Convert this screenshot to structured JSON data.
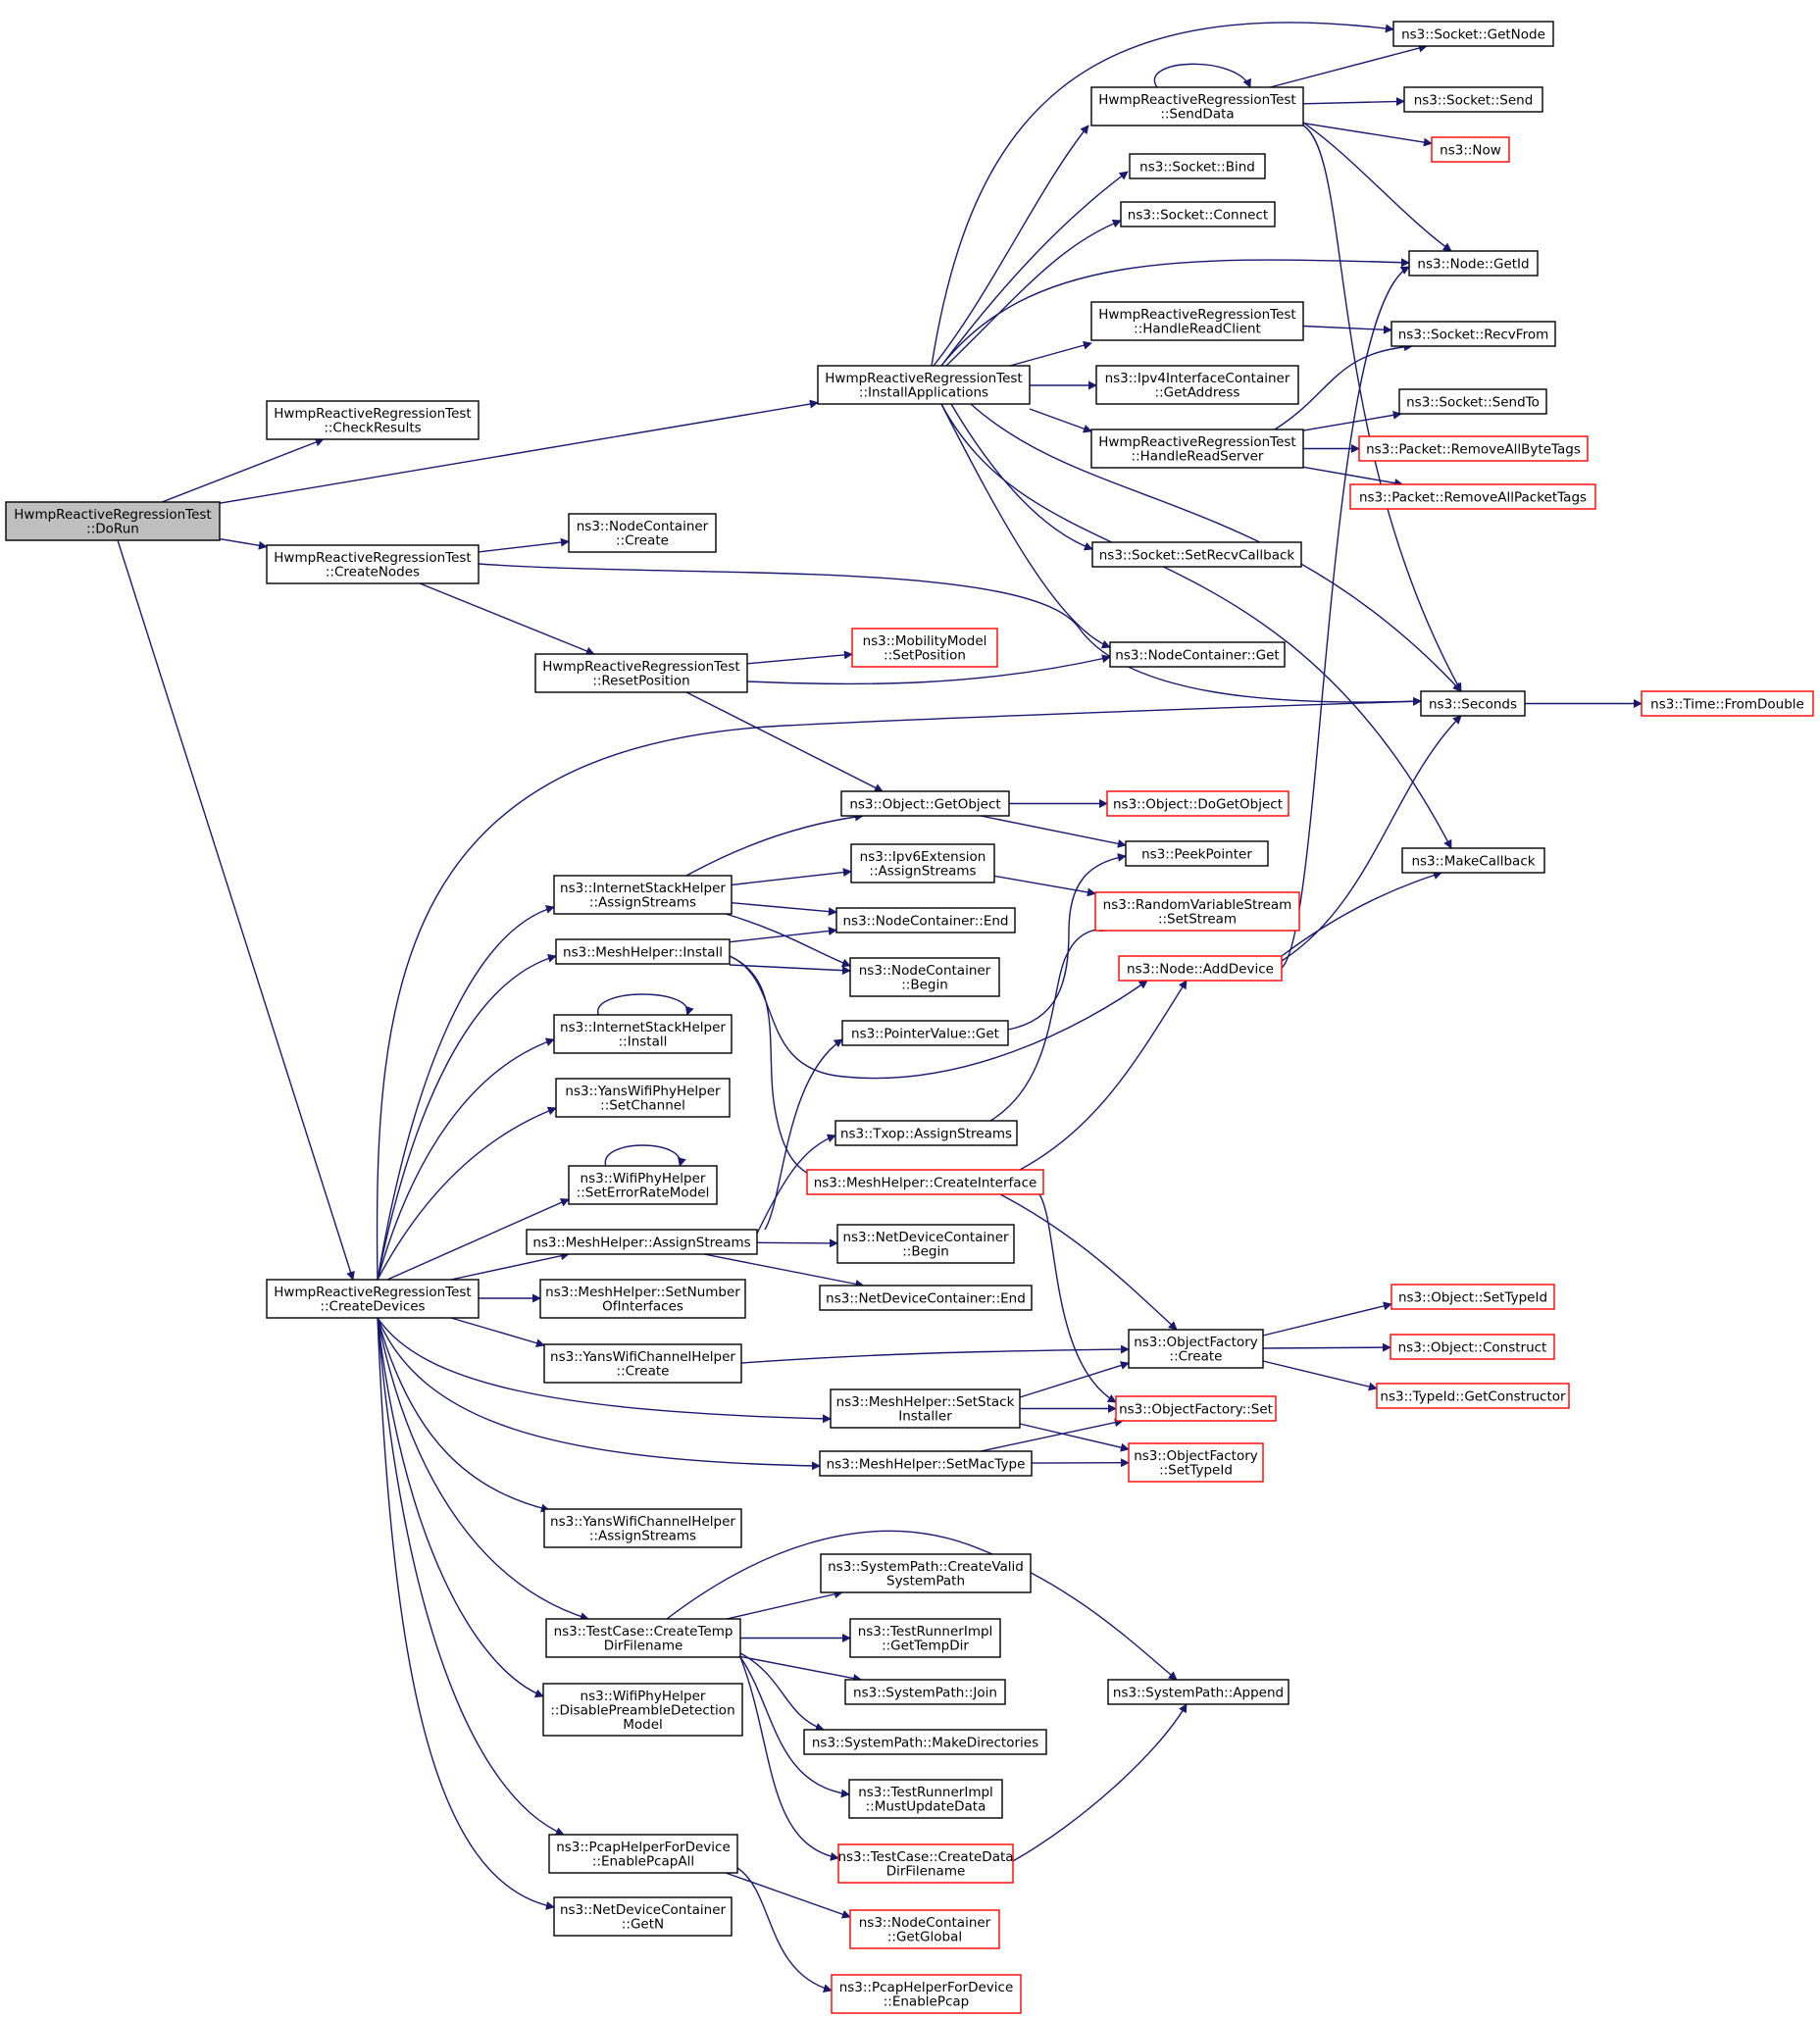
{
  "graph": {
    "edge_color": "#191970",
    "external_node_border_color": "#ff0000",
    "root_fill_color": "#bfbfbf",
    "nodes": [
      {
        "id": "DoRun",
        "lines": [
          "HwmpReactiveRegressionTest",
          "::DoRun"
        ],
        "style": "root"
      },
      {
        "id": "CheckResults",
        "lines": [
          "HwmpReactiveRegressionTest",
          "::CheckResults"
        ],
        "style": "normal"
      },
      {
        "id": "CreateNodes",
        "lines": [
          "HwmpReactiveRegressionTest",
          "::CreateNodes"
        ],
        "style": "normal"
      },
      {
        "id": "CreateDevices",
        "lines": [
          "HwmpReactiveRegressionTest",
          "::CreateDevices"
        ],
        "style": "normal"
      },
      {
        "id": "InstallApplications",
        "lines": [
          "HwmpReactiveRegressionTest",
          "::InstallApplications"
        ],
        "style": "normal"
      },
      {
        "id": "ResetPosition",
        "lines": [
          "HwmpReactiveRegressionTest",
          "::ResetPosition"
        ],
        "style": "normal"
      },
      {
        "id": "NodeContainerCreate",
        "lines": [
          "ns3::NodeContainer",
          "::Create"
        ],
        "style": "normal"
      },
      {
        "id": "SendData",
        "lines": [
          "HwmpReactiveRegressionTest",
          "::SendData"
        ],
        "style": "normal"
      },
      {
        "id": "SocketBind",
        "lines": [
          "ns3::Socket::Bind"
        ],
        "style": "normal"
      },
      {
        "id": "SocketConnect",
        "lines": [
          "ns3::Socket::Connect"
        ],
        "style": "normal"
      },
      {
        "id": "HandleReadClient",
        "lines": [
          "HwmpReactiveRegressionTest",
          "::HandleReadClient"
        ],
        "style": "normal"
      },
      {
        "id": "Ipv4GetAddress",
        "lines": [
          "ns3::Ipv4InterfaceContainer",
          "::GetAddress"
        ],
        "style": "normal"
      },
      {
        "id": "HandleReadServer",
        "lines": [
          "HwmpReactiveRegressionTest",
          "::HandleReadServer"
        ],
        "style": "normal"
      },
      {
        "id": "SetRecvCallback",
        "lines": [
          "ns3::Socket::SetRecvCallback"
        ],
        "style": "normal"
      },
      {
        "id": "NodeContainerGet",
        "lines": [
          "ns3::NodeContainer::Get"
        ],
        "style": "normal"
      },
      {
        "id": "SocketGetNode",
        "lines": [
          "ns3::Socket::GetNode"
        ],
        "style": "normal"
      },
      {
        "id": "SocketSend",
        "lines": [
          "ns3::Socket::Send"
        ],
        "style": "normal"
      },
      {
        "id": "Now",
        "lines": [
          "ns3::Now"
        ],
        "style": "red"
      },
      {
        "id": "NodeGetId",
        "lines": [
          "ns3::Node::GetId"
        ],
        "style": "normal"
      },
      {
        "id": "RecvFrom",
        "lines": [
          "ns3::Socket::RecvFrom"
        ],
        "style": "normal"
      },
      {
        "id": "SendTo",
        "lines": [
          "ns3::Socket::SendTo"
        ],
        "style": "normal"
      },
      {
        "id": "RemoveAllByteTags",
        "lines": [
          "ns3::Packet::RemoveAllByteTags"
        ],
        "style": "red"
      },
      {
        "id": "RemoveAllPacketTags",
        "lines": [
          "ns3::Packet::RemoveAllPacketTags"
        ],
        "style": "red"
      },
      {
        "id": "Seconds",
        "lines": [
          "ns3::Seconds"
        ],
        "style": "normal"
      },
      {
        "id": "FromDouble",
        "lines": [
          "ns3::Time::FromDouble"
        ],
        "style": "red"
      },
      {
        "id": "MakeCallback",
        "lines": [
          "ns3::MakeCallback"
        ],
        "style": "normal"
      },
      {
        "id": "MobSetPosition",
        "lines": [
          "ns3::MobilityModel",
          "::SetPosition"
        ],
        "style": "red"
      },
      {
        "id": "GetObject",
        "lines": [
          "ns3::Object::GetObject"
        ],
        "style": "normal"
      },
      {
        "id": "DoGetObject",
        "lines": [
          "ns3::Object::DoGetObject"
        ],
        "style": "red"
      },
      {
        "id": "PeekPointer",
        "lines": [
          "ns3::PeekPointer"
        ],
        "style": "normal"
      },
      {
        "id": "ISHAssignStreams",
        "lines": [
          "ns3::InternetStackHelper",
          "::AssignStreams"
        ],
        "style": "normal"
      },
      {
        "id": "Ipv6ExtAssign",
        "lines": [
          "ns3::Ipv6Extension",
          "::AssignStreams"
        ],
        "style": "normal"
      },
      {
        "id": "RVSSetStream",
        "lines": [
          "ns3::RandomVariableStream",
          "::SetStream"
        ],
        "style": "red"
      },
      {
        "id": "NCEnd",
        "lines": [
          "ns3::NodeContainer::End"
        ],
        "style": "normal"
      },
      {
        "id": "NCBegin",
        "lines": [
          "ns3::NodeContainer",
          "::Begin"
        ],
        "style": "normal"
      },
      {
        "id": "MeshInstall",
        "lines": [
          "ns3::MeshHelper::Install"
        ],
        "style": "normal"
      },
      {
        "id": "AddDevice",
        "lines": [
          "ns3::Node::AddDevice"
        ],
        "style": "red"
      },
      {
        "id": "ISHInstall",
        "lines": [
          "ns3::InternetStackHelper",
          "::Install"
        ],
        "style": "normal"
      },
      {
        "id": "PVGet",
        "lines": [
          "ns3::PointerValue::Get"
        ],
        "style": "normal"
      },
      {
        "id": "YansSetChannel",
        "lines": [
          "ns3::YansWifiPhyHelper",
          "::SetChannel"
        ],
        "style": "normal"
      },
      {
        "id": "TxopAssign",
        "lines": [
          "ns3::Txop::AssignStreams"
        ],
        "style": "normal"
      },
      {
        "id": "SetErrorRateModel",
        "lines": [
          "ns3::WifiPhyHelper",
          "::SetErrorRateModel"
        ],
        "style": "normal"
      },
      {
        "id": "CreateInterface",
        "lines": [
          "ns3::MeshHelper::CreateInterface"
        ],
        "style": "red"
      },
      {
        "id": "MeshAssignStreams",
        "lines": [
          "ns3::MeshHelper::AssignStreams"
        ],
        "style": "normal"
      },
      {
        "id": "NDCBegin",
        "lines": [
          "ns3::NetDeviceContainer",
          "::Begin"
        ],
        "style": "normal"
      },
      {
        "id": "NDCEnd",
        "lines": [
          "ns3::NetDeviceContainer::End"
        ],
        "style": "normal"
      },
      {
        "id": "SetNumberOfInterfaces",
        "lines": [
          "ns3::MeshHelper::SetNumber",
          "OfInterfaces"
        ],
        "style": "normal"
      },
      {
        "id": "OFCreate",
        "lines": [
          "ns3::ObjectFactory",
          "::Create"
        ],
        "style": "normal"
      },
      {
        "id": "ObjSetTypeId",
        "lines": [
          "ns3::Object::SetTypeId"
        ],
        "style": "red"
      },
      {
        "id": "ObjConstruct",
        "lines": [
          "ns3::Object::Construct"
        ],
        "style": "red"
      },
      {
        "id": "GetConstructor",
        "lines": [
          "ns3::TypeId::GetConstructor"
        ],
        "style": "red"
      },
      {
        "id": "YansChanCreate",
        "lines": [
          "ns3::YansWifiChannelHelper",
          "::Create"
        ],
        "style": "normal"
      },
      {
        "id": "SetStackInstaller",
        "lines": [
          "ns3::MeshHelper::SetStack",
          "Installer"
        ],
        "style": "normal"
      },
      {
        "id": "OFSet",
        "lines": [
          "ns3::ObjectFactory::Set"
        ],
        "style": "red"
      },
      {
        "id": "SetMacType",
        "lines": [
          "ns3::MeshHelper::SetMacType"
        ],
        "style": "normal"
      },
      {
        "id": "OFSetTypeId",
        "lines": [
          "ns3::ObjectFactory",
          "::SetTypeId"
        ],
        "style": "red"
      },
      {
        "id": "YansChanAssign",
        "lines": [
          "ns3::YansWifiChannelHelper",
          "::AssignStreams"
        ],
        "style": "normal"
      },
      {
        "id": "CreateValidSystemPath",
        "lines": [
          "ns3::SystemPath::CreateValid",
          "SystemPath"
        ],
        "style": "normal"
      },
      {
        "id": "CreateTempDirFilename",
        "lines": [
          "ns3::TestCase::CreateTemp",
          "DirFilename"
        ],
        "style": "normal"
      },
      {
        "id": "GetTempDir",
        "lines": [
          "ns3::TestRunnerImpl",
          "::GetTempDir"
        ],
        "style": "normal"
      },
      {
        "id": "SPJoin",
        "lines": [
          "ns3::SystemPath::Join"
        ],
        "style": "normal"
      },
      {
        "id": "SPAppend",
        "lines": [
          "ns3::SystemPath::Append"
        ],
        "style": "normal"
      },
      {
        "id": "DisablePreamble",
        "lines": [
          "ns3::WifiPhyHelper",
          "::DisablePreambleDetection",
          "Model"
        ],
        "style": "normal"
      },
      {
        "id": "MakeDirectories",
        "lines": [
          "ns3::SystemPath::MakeDirectories"
        ],
        "style": "normal"
      },
      {
        "id": "MustUpdateData",
        "lines": [
          "ns3::TestRunnerImpl",
          "::MustUpdateData"
        ],
        "style": "normal"
      },
      {
        "id": "CreateDataDirFilename",
        "lines": [
          "ns3::TestCase::CreateData",
          "DirFilename"
        ],
        "style": "red"
      },
      {
        "id": "EnablePcapAll",
        "lines": [
          "ns3::PcapHelperForDevice",
          "::EnablePcapAll"
        ],
        "style": "normal"
      },
      {
        "id": "NCGetGlobal",
        "lines": [
          "ns3::NodeContainer",
          "::GetGlobal"
        ],
        "style": "red"
      },
      {
        "id": "NDCGetN",
        "lines": [
          "ns3::NetDeviceContainer",
          "::GetN"
        ],
        "style": "normal"
      },
      {
        "id": "EnablePcap",
        "lines": [
          "ns3::PcapHelperForDevice",
          "::EnablePcap"
        ],
        "style": "red"
      }
    ],
    "edges": [
      [
        "DoRun",
        "CheckResults"
      ],
      [
        "DoRun",
        "InstallApplications"
      ],
      [
        "DoRun",
        "CreateNodes"
      ],
      [
        "DoRun",
        "CreateDevices"
      ],
      [
        "InstallApplications",
        "SendData"
      ],
      [
        "InstallApplications",
        "SocketBind"
      ],
      [
        "InstallApplications",
        "SocketConnect"
      ],
      [
        "InstallApplications",
        "NodeGetId"
      ],
      [
        "InstallApplications",
        "HandleReadClient"
      ],
      [
        "InstallApplications",
        "Ipv4GetAddress"
      ],
      [
        "InstallApplications",
        "HandleReadServer"
      ],
      [
        "InstallApplications",
        "SetRecvCallback"
      ],
      [
        "InstallApplications",
        "NodeContainerGet"
      ],
      [
        "InstallApplications",
        "SocketGetNode"
      ],
      [
        "InstallApplications",
        "Seconds"
      ],
      [
        "InstallApplications",
        "MakeCallback"
      ],
      [
        "SendData",
        "SendData"
      ],
      [
        "SendData",
        "SocketGetNode"
      ],
      [
        "SendData",
        "SocketSend"
      ],
      [
        "SendData",
        "Now"
      ],
      [
        "SendData",
        "NodeGetId"
      ],
      [
        "SendData",
        "Seconds"
      ],
      [
        "HandleReadClient",
        "RecvFrom"
      ],
      [
        "HandleReadServer",
        "RecvFrom"
      ],
      [
        "HandleReadServer",
        "SendTo"
      ],
      [
        "HandleReadServer",
        "RemoveAllByteTags"
      ],
      [
        "HandleReadServer",
        "RemoveAllPacketTags"
      ],
      [
        "Seconds",
        "FromDouble"
      ],
      [
        "CreateNodes",
        "NodeContainerCreate"
      ],
      [
        "CreateNodes",
        "ResetPosition"
      ],
      [
        "CreateNodes",
        "Seconds"
      ],
      [
        "ResetPosition",
        "MobSetPosition"
      ],
      [
        "ResetPosition",
        "NodeContainerGet"
      ],
      [
        "ResetPosition",
        "GetObject"
      ],
      [
        "CreateDevices",
        "Seconds"
      ],
      [
        "CreateDevices",
        "ISHAssignStreams"
      ],
      [
        "CreateDevices",
        "MeshInstall"
      ],
      [
        "CreateDevices",
        "ISHInstall"
      ],
      [
        "CreateDevices",
        "YansSetChannel"
      ],
      [
        "CreateDevices",
        "SetErrorRateModel"
      ],
      [
        "CreateDevices",
        "MeshAssignStreams"
      ],
      [
        "CreateDevices",
        "SetNumberOfInterfaces"
      ],
      [
        "CreateDevices",
        "YansChanCreate"
      ],
      [
        "CreateDevices",
        "SetStackInstaller"
      ],
      [
        "CreateDevices",
        "SetMacType"
      ],
      [
        "CreateDevices",
        "YansChanAssign"
      ],
      [
        "CreateDevices",
        "CreateTempDirFilename"
      ],
      [
        "CreateDevices",
        "DisablePreamble"
      ],
      [
        "CreateDevices",
        "EnablePcapAll"
      ],
      [
        "CreateDevices",
        "NDCGetN"
      ],
      [
        "GetObject",
        "DoGetObject"
      ],
      [
        "GetObject",
        "PeekPointer"
      ],
      [
        "ISHAssignStreams",
        "GetObject"
      ],
      [
        "ISHAssignStreams",
        "Ipv6ExtAssign"
      ],
      [
        "ISHAssignStreams",
        "NCEnd"
      ],
      [
        "ISHAssignStreams",
        "NCBegin"
      ],
      [
        "Ipv6ExtAssign",
        "RVSSetStream"
      ],
      [
        "MeshInstall",
        "NCEnd"
      ],
      [
        "MeshInstall",
        "NCBegin"
      ],
      [
        "MeshInstall",
        "AddDevice"
      ],
      [
        "MeshInstall",
        "CreateInterface"
      ],
      [
        "AddDevice",
        "NodeGetId"
      ],
      [
        "AddDevice",
        "Seconds"
      ],
      [
        "AddDevice",
        "MakeCallback"
      ],
      [
        "ISHInstall",
        "ISHInstall"
      ],
      [
        "SetErrorRateModel",
        "SetErrorRateModel"
      ],
      [
        "PVGet",
        "PeekPointer"
      ],
      [
        "TxopAssign",
        "RVSSetStream"
      ],
      [
        "CreateInterface",
        "AddDevice"
      ],
      [
        "CreateInterface",
        "OFCreate"
      ],
      [
        "CreateInterface",
        "OFSet"
      ],
      [
        "MeshAssignStreams",
        "PVGet"
      ],
      [
        "MeshAssignStreams",
        "TxopAssign"
      ],
      [
        "MeshAssignStreams",
        "NDCBegin"
      ],
      [
        "MeshAssignStreams",
        "NDCEnd"
      ],
      [
        "OFCreate",
        "ObjSetTypeId"
      ],
      [
        "OFCreate",
        "ObjConstruct"
      ],
      [
        "OFCreate",
        "GetConstructor"
      ],
      [
        "YansChanCreate",
        "OFCreate"
      ],
      [
        "SetStackInstaller",
        "OFCreate"
      ],
      [
        "SetStackInstaller",
        "OFSet"
      ],
      [
        "SetStackInstaller",
        "OFSetTypeId"
      ],
      [
        "SetMacType",
        "OFSet"
      ],
      [
        "SetMacType",
        "OFSetTypeId"
      ],
      [
        "CreateTempDirFilename",
        "SPAppend"
      ],
      [
        "CreateTempDirFilename",
        "CreateValidSystemPath"
      ],
      [
        "CreateTempDirFilename",
        "GetTempDir"
      ],
      [
        "CreateTempDirFilename",
        "SPJoin"
      ],
      [
        "CreateTempDirFilename",
        "MakeDirectories"
      ],
      [
        "CreateTempDirFilename",
        "MustUpdateData"
      ],
      [
        "CreateTempDirFilename",
        "CreateDataDirFilename"
      ],
      [
        "CreateDataDirFilename",
        "SPAppend"
      ],
      [
        "EnablePcapAll",
        "NCGetGlobal"
      ],
      [
        "EnablePcapAll",
        "EnablePcap"
      ]
    ]
  }
}
